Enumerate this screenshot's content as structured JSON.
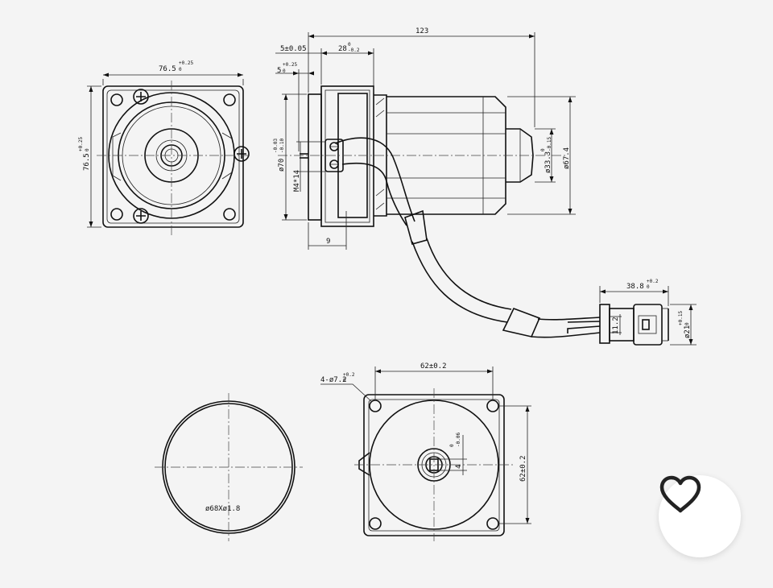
{
  "drawing": {
    "dims": {
      "overall_length": "123",
      "offset": "5±0.05",
      "shaft_depth": "28",
      "shaft_depth_tol_top": "0",
      "shaft_depth_tol_bot": "-0.2",
      "pilot": "5",
      "pilot_tol_top": "+0.25",
      "pilot_tol_bot": "0",
      "flange_width": "76.5",
      "flange_width_tol_top": "+0.25",
      "flange_width_tol_bot": "0",
      "flange_height": "76.5",
      "flange_height_tol_top": "+0.25",
      "flange_height_tol_bot": "0",
      "pilot_dia": "ø70",
      "pilot_dia_tol_top": "-0.03",
      "pilot_dia_tol_bot": "-0.10",
      "screw": "M4*14",
      "boss_dia": "ø33.3",
      "boss_dia_tol_top": "0",
      "boss_dia_tol_bot": "-0.15",
      "body_dia": "ø67.4",
      "cable_offset": "9",
      "connector_length": "38.8",
      "connector_length_tol_top": "+0.2",
      "connector_length_tol_bot": "0",
      "connector_height": "11.2",
      "connector_dia": "ø21",
      "connector_dia_tol_top": "+0.15",
      "connector_dia_tol_bot": "0",
      "hole_spacing_h": "62±0.2",
      "hole_spacing_v": "62±0.2",
      "holes": "4-ø7.2",
      "holes_tol_top": "+0.2",
      "holes_tol_bot": "0",
      "key_width": "4",
      "key_width_tol_top": "0",
      "key_width_tol_bot": "-0.06",
      "cover_dia": "ø68Xø1.8"
    }
  },
  "icons": {
    "favorite": "heart-icon"
  }
}
